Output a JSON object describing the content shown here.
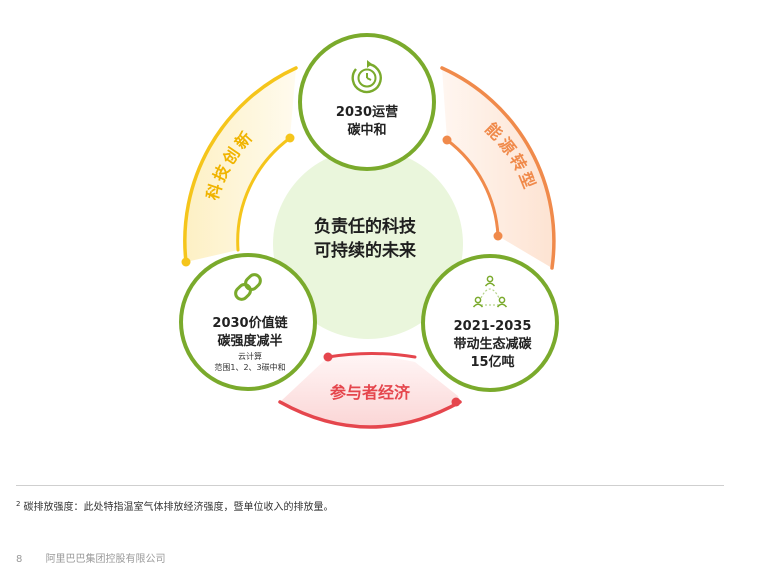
{
  "center": {
    "line1": "负责任的科技",
    "line2": "可持续的未来"
  },
  "nodes": {
    "top": {
      "line1": "2030运营",
      "line2": "碳中和",
      "icon": "clock-cycle-icon"
    },
    "left": {
      "line1": "2030价值链",
      "line2": "碳强度减半",
      "sub1": "云计算",
      "sub2": "范围1、2、3碳中和",
      "icon": "chain-link-icon"
    },
    "right": {
      "line1": "2021-2035",
      "line2": "带动生态减碳",
      "line3": "15亿吨",
      "icon": "people-network-icon"
    }
  },
  "arcs": {
    "left": {
      "label": "科技创新"
    },
    "right": {
      "label": "能源转型"
    },
    "bottom": {
      "label": "参与者经济"
    }
  },
  "colors": {
    "green": "#7aaa2c",
    "center_fill": "#eaf6dc",
    "yellow": "#f5c51b",
    "orange": "#f08a4b",
    "red": "#e5464d"
  },
  "footnote": {
    "marker": "2",
    "text": "碳排放强度：此处特指温室气体排放经济强度，暨单位收入的排放量。"
  },
  "footer": {
    "page": "8",
    "company": "阿里巴巴集团控股有限公司"
  }
}
